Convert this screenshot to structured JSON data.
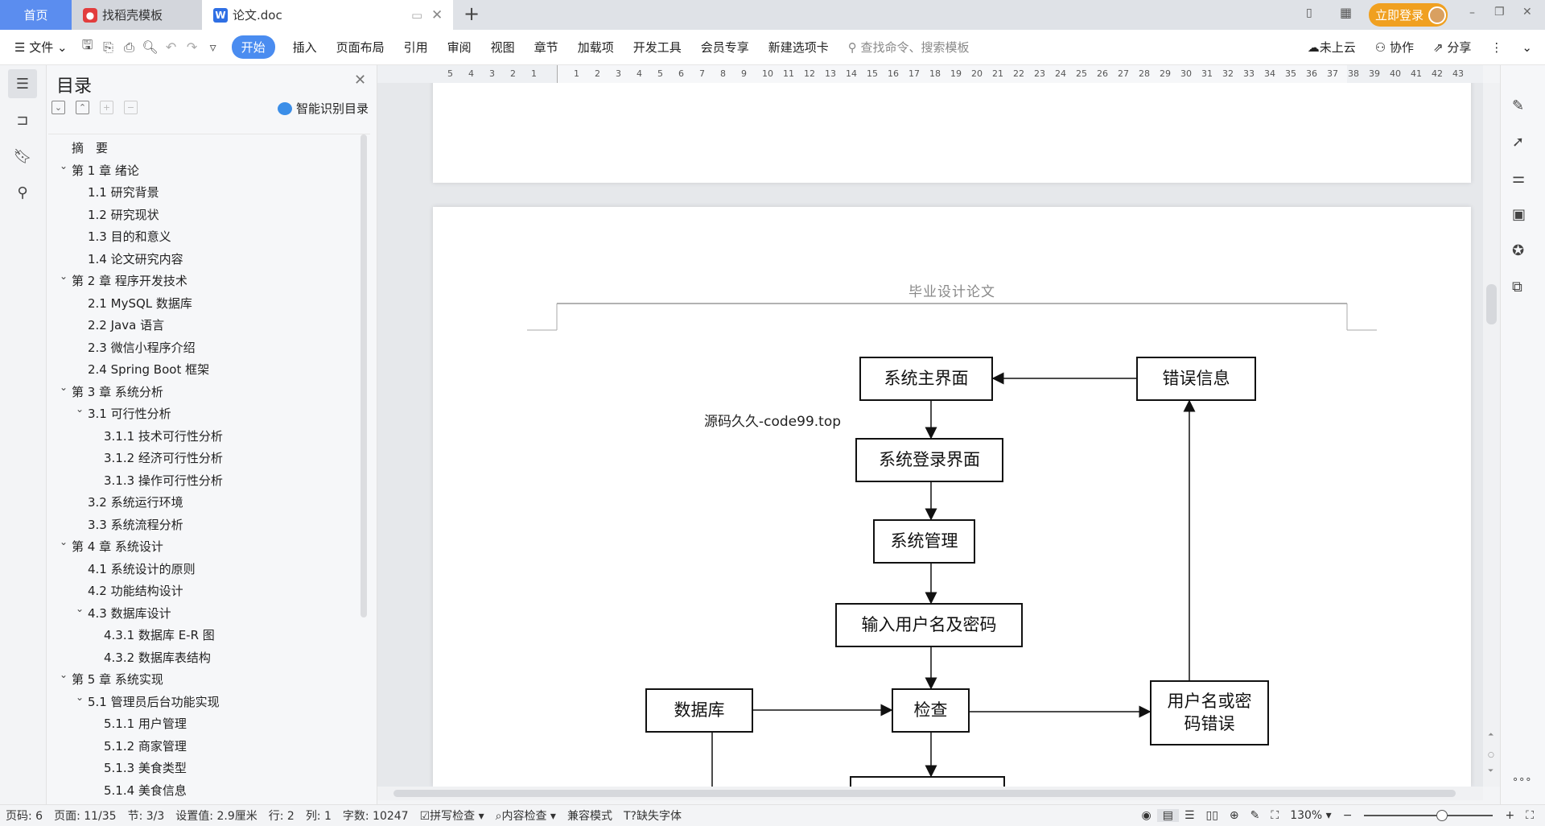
{
  "tabs": {
    "home": "首页",
    "template": "找稻壳模板",
    "doc": "论文.doc",
    "new_tab": "+"
  },
  "window": {
    "login": "立即登录",
    "minimize": "–",
    "restore": "❐",
    "close": "✕"
  },
  "toolbar": {
    "file": "文件",
    "start": "开始",
    "menus": [
      "插入",
      "页面布局",
      "引用",
      "审阅",
      "视图",
      "章节",
      "加载项",
      "开发工具",
      "会员专享",
      "新建选项卡"
    ],
    "search_placeholder": "查找命令、搜索模板",
    "cloud": "未上云",
    "collab": "协作",
    "share": "分享"
  },
  "ruler": {
    "left": [
      "5",
      "4",
      "3",
      "2",
      "1"
    ],
    "right_count": 43
  },
  "sidebar": {
    "title": "目录",
    "smart": "智能识别目录",
    "items": [
      {
        "label": "摘　要",
        "level": 0,
        "chev": false
      },
      {
        "label": "第 1 章  绪论",
        "level": 0,
        "chev": true
      },
      {
        "label": "1.1  研究背景",
        "level": 1,
        "chev": false
      },
      {
        "label": "1.2  研究现状",
        "level": 1,
        "chev": false
      },
      {
        "label": "1.3  目的和意义",
        "level": 1,
        "chev": false
      },
      {
        "label": "1.4  论文研究内容",
        "level": 1,
        "chev": false
      },
      {
        "label": "第 2 章  程序开发技术",
        "level": 0,
        "chev": true
      },
      {
        "label": "2.1 MySQL 数据库",
        "level": 1,
        "chev": false
      },
      {
        "label": "2.2 Java 语言",
        "level": 1,
        "chev": false
      },
      {
        "label": "2.3  微信小程序介绍",
        "level": 1,
        "chev": false
      },
      {
        "label": "2.4 Spring Boot  框架",
        "level": 1,
        "chev": false
      },
      {
        "label": "第 3 章  系统分析",
        "level": 0,
        "chev": true
      },
      {
        "label": "3.1 可行性分析",
        "level": 1,
        "chev": true
      },
      {
        "label": "3.1.1 技术可行性分析",
        "level": 2,
        "chev": false
      },
      {
        "label": "3.1.2 经济可行性分析",
        "level": 2,
        "chev": false
      },
      {
        "label": "3.1.3 操作可行性分析",
        "level": 2,
        "chev": false
      },
      {
        "label": "3.2 系统运行环境",
        "level": 1,
        "chev": false
      },
      {
        "label": "3.3 系统流程分析",
        "level": 1,
        "chev": false
      },
      {
        "label": "第 4 章  系统设计",
        "level": 0,
        "chev": true
      },
      {
        "label": "4.1  系统设计的原则",
        "level": 1,
        "chev": false
      },
      {
        "label": "4.2  功能结构设计",
        "level": 1,
        "chev": false
      },
      {
        "label": "4.3  数据库设计",
        "level": 1,
        "chev": true
      },
      {
        "label": "4.3.1  数据库 E-R 图",
        "level": 2,
        "chev": false
      },
      {
        "label": "4.3.2  数据库表结构",
        "level": 2,
        "chev": false
      },
      {
        "label": "第 5 章  系统实现",
        "level": 0,
        "chev": true
      },
      {
        "label": "5.1 管理员后台功能实现",
        "level": 1,
        "chev": true
      },
      {
        "label": "5.1.1  用户管理",
        "level": 2,
        "chev": false
      },
      {
        "label": "5.1.2  商家管理",
        "level": 2,
        "chev": false
      },
      {
        "label": "5.1.3  美食类型",
        "level": 2,
        "chev": false
      },
      {
        "label": "5.1.4  美食信息",
        "level": 2,
        "chev": false
      }
    ]
  },
  "document": {
    "header": "毕业设计论文",
    "watermark": "源码久久-code99.top",
    "boxes": {
      "main": "系统主界面",
      "error_info": "错误信息",
      "login": "系统登录界面",
      "manage": "系统管理",
      "input": "输入用户名及密码",
      "db": "数据库",
      "check": "检查",
      "wrong": "用户名或密码错误"
    }
  },
  "status": {
    "page": "页码: 6",
    "pages": "页面: 11/35",
    "section": "节: 3/3",
    "setting": "设置值: 2.9厘米",
    "row": "行: 2",
    "col": "列: 1",
    "words": "字数: 10247",
    "spell": "拼写检查",
    "content": "内容检查",
    "compat": "兼容模式",
    "font": "缺失字体",
    "zoom": "130%"
  },
  "colors": {
    "accent": "#4a8cf0",
    "login": "#f0a020"
  }
}
